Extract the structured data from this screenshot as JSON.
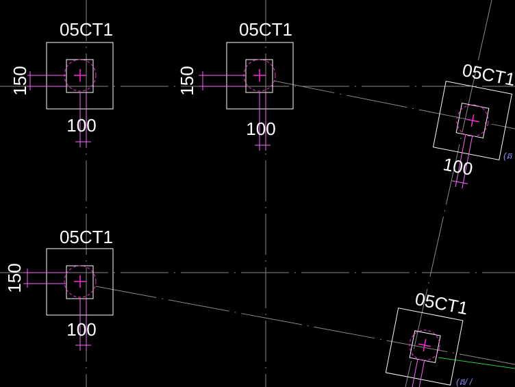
{
  "drawing": {
    "background_color": "#000000",
    "axis_color": "#8a8a8a",
    "outline_color": "#ffffff",
    "marker_color": "#ff2bd6",
    "dim_color": "#ff66ff",
    "accent_green": "#22cc44",
    "accent_blue": "#8a8cff"
  },
  "footings": [
    {
      "label": "05CT1",
      "dim_vertical": "150",
      "dim_horizontal": "100"
    },
    {
      "label": "05CT1",
      "dim_vertical": "150",
      "dim_horizontal": "100"
    },
    {
      "label": "05CT1",
      "dim_vertical": "",
      "dim_horizontal": "100"
    },
    {
      "label": "05CT1",
      "dim_vertical": "150",
      "dim_horizontal": "100"
    },
    {
      "label": "05CT1",
      "dim_vertical": "",
      "dim_horizontal": ""
    }
  ],
  "side_notes": {
    "upper": "(គ",
    "lower": "(គ/ /"
  }
}
